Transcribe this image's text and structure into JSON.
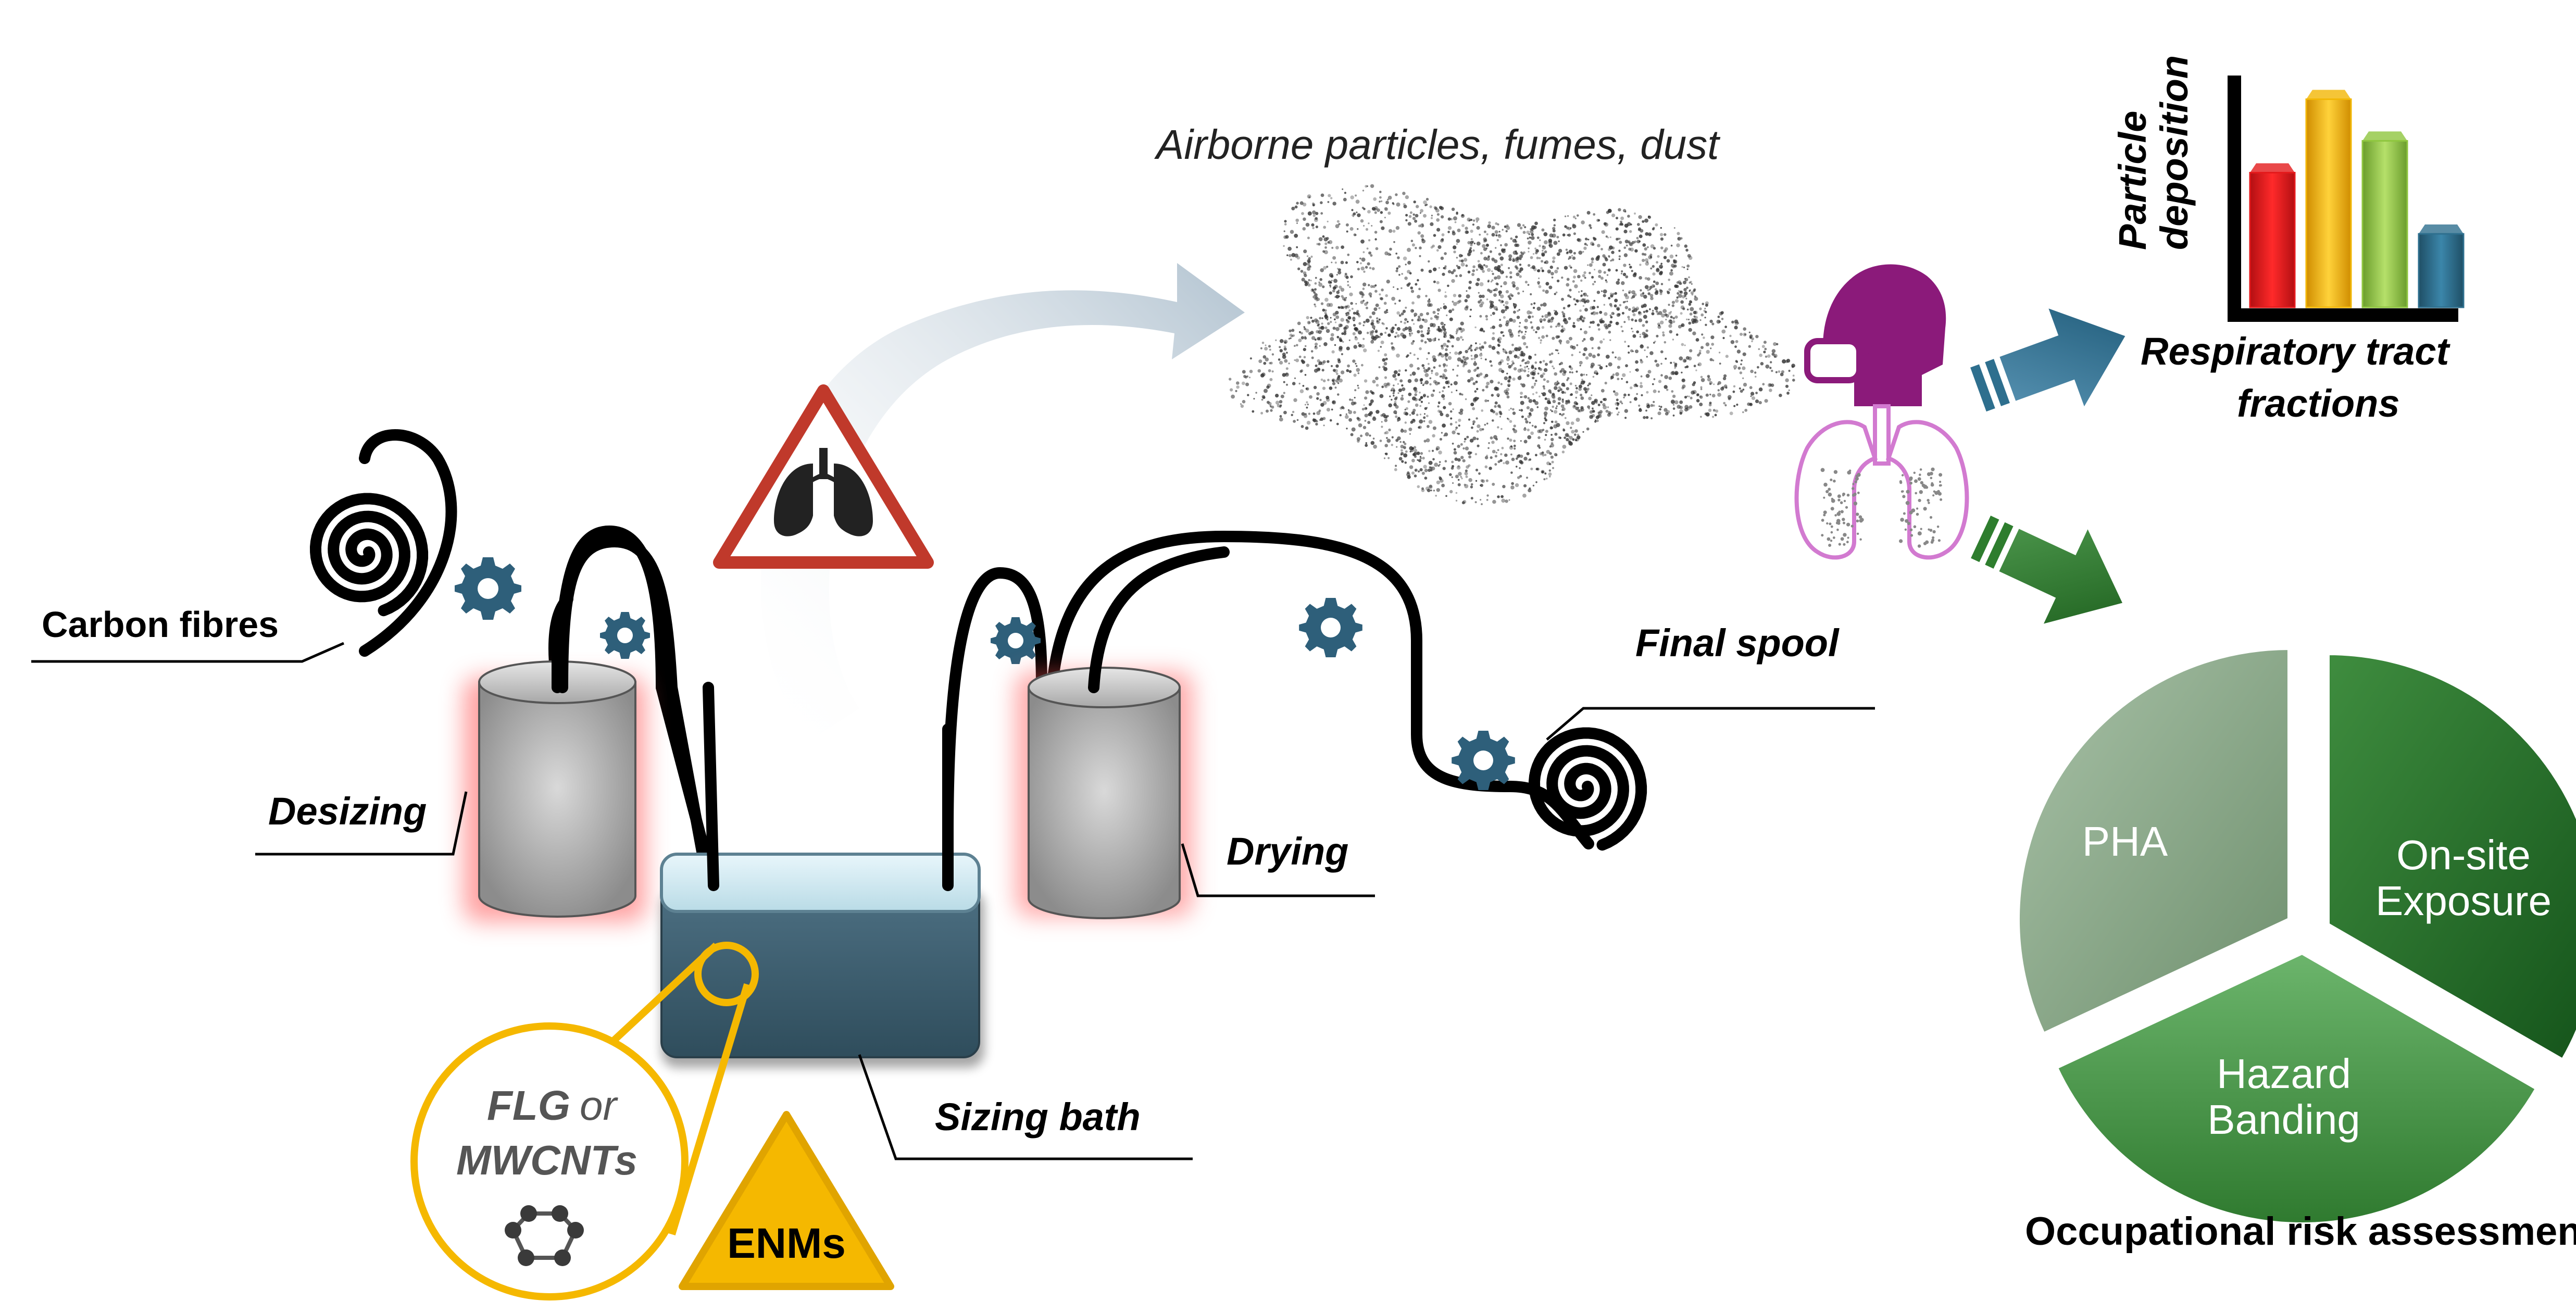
{
  "labels": {
    "carbon_fibres": "Carbon fibres",
    "desizing": "Desizing",
    "drying": "Drying",
    "sizing_bath": "Sizing bath",
    "final_spool": "Final spool",
    "airborne": "Airborne particles, fumes, dust",
    "flg_a": "FLG",
    "flg_or": "or",
    "mwcnts": "MWCNTs",
    "enms": "ENMs",
    "respiratory_line1": "Respiratory tract",
    "respiratory_line2": "fractions",
    "particle_line1": "Particle",
    "particle_line2": "deposition",
    "occupational": "Occupational risk assessment"
  },
  "pie": {
    "segments": [
      {
        "label_lines": [
          "PHA"
        ],
        "color": "#8aa88a"
      },
      {
        "label_lines": [
          "On-site",
          "Exposure"
        ],
        "color": "#2f7a2f"
      },
      {
        "label_lines": [
          "Hazard",
          "Banding"
        ],
        "color": "#4f9a4f"
      }
    ]
  },
  "deposition_chart": {
    "bars": [
      {
        "value": 0.55,
        "color": "#e41a1c"
      },
      {
        "value": 0.85,
        "color": "#f2b705"
      },
      {
        "value": 0.68,
        "color": "#8fc63f"
      },
      {
        "value": 0.3,
        "color": "#2e6f8e"
      }
    ]
  },
  "icons": {
    "hazard_warning": "lungs-warning-icon",
    "gear": "gear-icon",
    "person": "person-mask-icon"
  },
  "colors": {
    "gear": "#2e5f7a",
    "arrow_blue": "#2e6f8e",
    "arrow_green": "#2e7d2e",
    "warning_red": "#c0392b",
    "enms_yellow": "#f5b800",
    "person_purple": "#8b1a7a"
  }
}
